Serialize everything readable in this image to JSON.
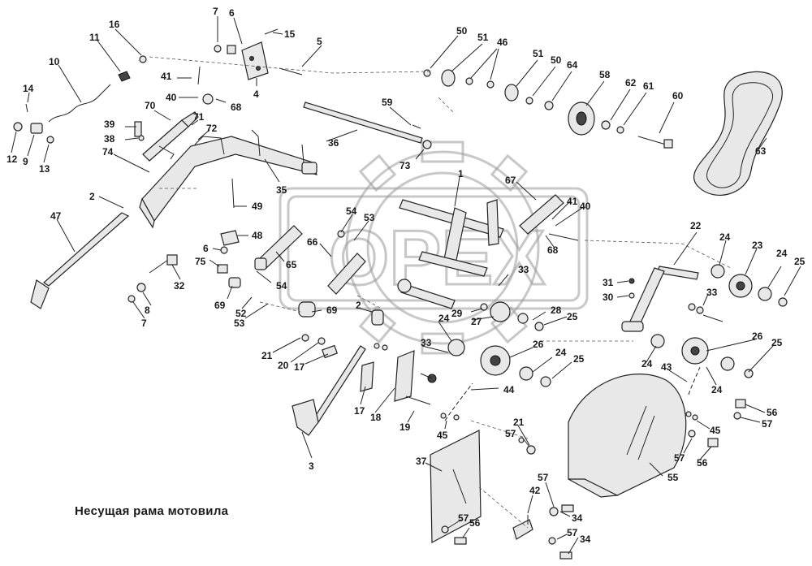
{
  "caption": "Несущая рама мотовила",
  "watermark": "OPEX",
  "callouts": [
    {
      "id": "c7a",
      "text": "7"
    },
    {
      "id": "c6a",
      "text": "6"
    },
    {
      "id": "c16",
      "text": "16"
    },
    {
      "id": "c15",
      "text": "15"
    },
    {
      "id": "c11",
      "text": "11"
    },
    {
      "id": "c5",
      "text": "5"
    },
    {
      "id": "c10",
      "text": "10"
    },
    {
      "id": "c41a",
      "text": "41"
    },
    {
      "id": "c40a",
      "text": "40"
    },
    {
      "id": "c4",
      "text": "4"
    },
    {
      "id": "c14",
      "text": "14"
    },
    {
      "id": "c68a",
      "text": "68"
    },
    {
      "id": "c70",
      "text": "70"
    },
    {
      "id": "c71",
      "text": "71"
    },
    {
      "id": "c39",
      "text": "39"
    },
    {
      "id": "c38",
      "text": "38"
    },
    {
      "id": "c72",
      "text": "72"
    },
    {
      "id": "c12",
      "text": "12"
    },
    {
      "id": "c9",
      "text": "9"
    },
    {
      "id": "c13",
      "text": "13"
    },
    {
      "id": "c74",
      "text": "74"
    },
    {
      "id": "c35",
      "text": "35"
    },
    {
      "id": "c2a",
      "text": "2"
    },
    {
      "id": "c49",
      "text": "49"
    },
    {
      "id": "c47",
      "text": "47"
    },
    {
      "id": "c48",
      "text": "48"
    },
    {
      "id": "c6b",
      "text": "6"
    },
    {
      "id": "c75",
      "text": "75"
    },
    {
      "id": "c32",
      "text": "32"
    },
    {
      "id": "c8",
      "text": "8"
    },
    {
      "id": "c7b",
      "text": "7"
    },
    {
      "id": "c69a",
      "text": "69"
    },
    {
      "id": "c52",
      "text": "52"
    },
    {
      "id": "c54a",
      "text": "54"
    },
    {
      "id": "c53a",
      "text": "53"
    },
    {
      "id": "c65",
      "text": "65"
    },
    {
      "id": "c66",
      "text": "66"
    },
    {
      "id": "c54b",
      "text": "54"
    },
    {
      "id": "c53b",
      "text": "53"
    },
    {
      "id": "c69b",
      "text": "69"
    },
    {
      "id": "c2b",
      "text": "2"
    },
    {
      "id": "c21a",
      "text": "21"
    },
    {
      "id": "c20",
      "text": "20"
    },
    {
      "id": "c17a",
      "text": "17"
    },
    {
      "id": "c17b",
      "text": "17"
    },
    {
      "id": "c18",
      "text": "18"
    },
    {
      "id": "c19",
      "text": "19"
    },
    {
      "id": "c3",
      "text": "3"
    },
    {
      "id": "c50a",
      "text": "50"
    },
    {
      "id": "c51a",
      "text": "51"
    },
    {
      "id": "c46",
      "text": "46"
    },
    {
      "id": "c51b",
      "text": "51"
    },
    {
      "id": "c50b",
      "text": "50"
    },
    {
      "id": "c64",
      "text": "64"
    },
    {
      "id": "c58",
      "text": "58"
    },
    {
      "id": "c62",
      "text": "62"
    },
    {
      "id": "c61",
      "text": "61"
    },
    {
      "id": "c60",
      "text": "60"
    },
    {
      "id": "c59",
      "text": "59"
    },
    {
      "id": "c36",
      "text": "36"
    },
    {
      "id": "c73",
      "text": "73"
    },
    {
      "id": "c1",
      "text": "1"
    },
    {
      "id": "c67",
      "text": "67"
    },
    {
      "id": "c41b",
      "text": "41"
    },
    {
      "id": "c40b",
      "text": "40"
    },
    {
      "id": "c68b",
      "text": "68"
    },
    {
      "id": "c33a",
      "text": "33"
    },
    {
      "id": "c29",
      "text": "29"
    },
    {
      "id": "c27",
      "text": "27"
    },
    {
      "id": "c28",
      "text": "28"
    },
    {
      "id": "c24a",
      "text": "24"
    },
    {
      "id": "c25a",
      "text": "25"
    },
    {
      "id": "c33b",
      "text": "33"
    },
    {
      "id": "c26a",
      "text": "26"
    },
    {
      "id": "c24b",
      "text": "24"
    },
    {
      "id": "c25b",
      "text": "25"
    },
    {
      "id": "c44",
      "text": "44"
    },
    {
      "id": "c45a",
      "text": "45"
    },
    {
      "id": "c63",
      "text": "63"
    },
    {
      "id": "c22",
      "text": "22"
    },
    {
      "id": "c24c",
      "text": "24"
    },
    {
      "id": "c23",
      "text": "23"
    },
    {
      "id": "c24d",
      "text": "24"
    },
    {
      "id": "c25c",
      "text": "25"
    },
    {
      "id": "c31",
      "text": "31"
    },
    {
      "id": "c30",
      "text": "30"
    },
    {
      "id": "c33c",
      "text": "33"
    },
    {
      "id": "c26b",
      "text": "26"
    },
    {
      "id": "c24e",
      "text": "24"
    },
    {
      "id": "c43",
      "text": "43"
    },
    {
      "id": "c25d",
      "text": "25"
    },
    {
      "id": "c24f",
      "text": "24"
    },
    {
      "id": "c56a",
      "text": "56"
    },
    {
      "id": "c57a",
      "text": "57"
    },
    {
      "id": "c45b",
      "text": "45"
    },
    {
      "id": "c57b",
      "text": "57"
    },
    {
      "id": "c56b",
      "text": "56"
    },
    {
      "id": "c21b",
      "text": "21"
    },
    {
      "id": "c57c",
      "text": "57"
    },
    {
      "id": "c55",
      "text": "55"
    },
    {
      "id": "c37",
      "text": "37"
    },
    {
      "id": "c42",
      "text": "42"
    },
    {
      "id": "c57d",
      "text": "57"
    },
    {
      "id": "c34a",
      "text": "34"
    },
    {
      "id": "c57e",
      "text": "57"
    },
    {
      "id": "c56c",
      "text": "56"
    },
    {
      "id": "c57f",
      "text": "57"
    },
    {
      "id": "c34b",
      "text": "34"
    }
  ]
}
